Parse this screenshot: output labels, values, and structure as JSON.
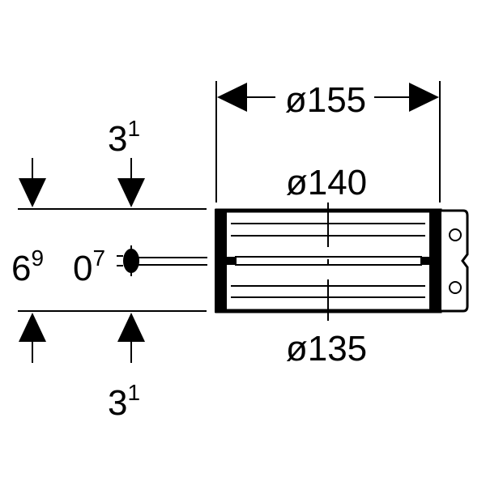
{
  "dimensions": {
    "outer_diameter": "ø155",
    "mid_diameter": "ø140",
    "inner_diameter": "ø135",
    "top_offset": {
      "base": "3",
      "sup": "1"
    },
    "bottom_offset": {
      "base": "3",
      "sup": "1"
    },
    "height": {
      "base": "6",
      "sup": "9"
    },
    "pin": {
      "base": "0",
      "sup": "7"
    }
  },
  "colors": {
    "line": "#000000",
    "background": "#ffffff"
  }
}
